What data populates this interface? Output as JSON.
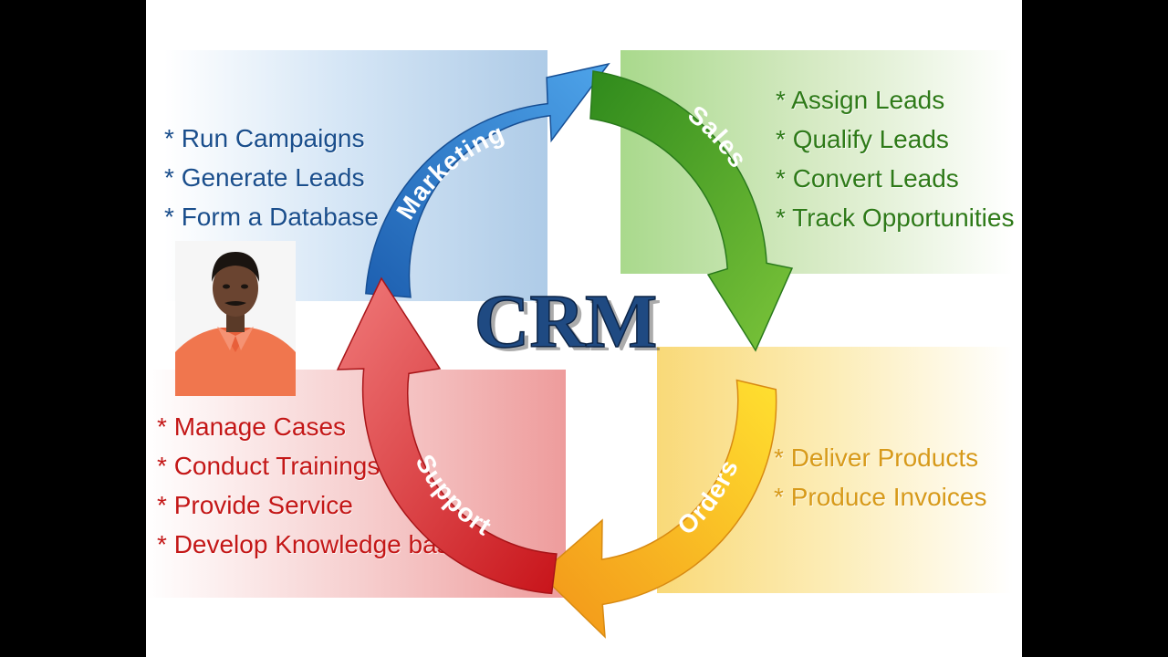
{
  "center_title": "CRM",
  "marketing": {
    "label": "Marketing",
    "items": [
      "Run Campaigns",
      "Generate Leads",
      "Form a Database"
    ],
    "color": "#2a6fc3"
  },
  "sales": {
    "label": "Sales",
    "items": [
      "Assign Leads",
      "Qualify Leads",
      "Convert Leads",
      "Track Opportunities"
    ],
    "color": "#4a9a22"
  },
  "orders": {
    "label": "Orders",
    "items": [
      "Deliver Products",
      "Produce Invoices"
    ],
    "color": "#f1a514"
  },
  "support": {
    "label": "Support",
    "items": [
      "Manage Cases",
      "Conduct Trainings",
      "Provide Service",
      "Develop Knowledge base"
    ],
    "color": "#d4261e"
  },
  "photo": {
    "icon": "person-portrait-icon"
  }
}
